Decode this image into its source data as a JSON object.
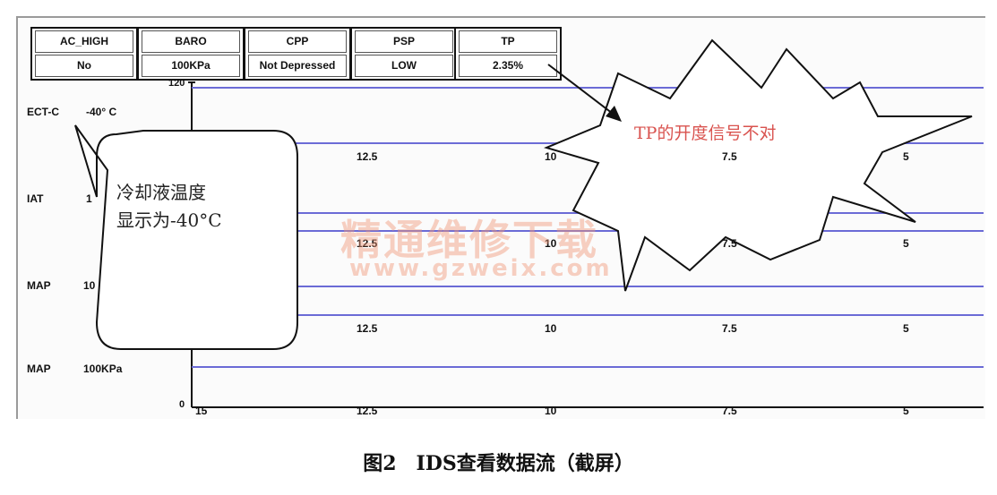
{
  "parameters": [
    {
      "name": "AC_HIGH",
      "value": "No"
    },
    {
      "name": "BARO",
      "value": "100KPa"
    },
    {
      "name": "CPP",
      "value": "Not Depressed"
    },
    {
      "name": "PSP",
      "value": "LOW"
    },
    {
      "name": "TP",
      "value": "2.35%"
    }
  ],
  "side_labels": [
    {
      "label": "ECT-C",
      "value": "-40° C"
    },
    {
      "label": "IAT",
      "value": "1"
    },
    {
      "label": "MAP",
      "value": "10"
    },
    {
      "label": "MAP",
      "value": "100KPa"
    }
  ],
  "axis": {
    "y_max": "120",
    "y_min": "0",
    "x_first": "15"
  },
  "tick_rows": [
    [
      "12.5",
      "10",
      "7.5",
      "5"
    ],
    [
      "12.5",
      "10",
      "7.5",
      "5"
    ],
    [
      "12.5",
      "10",
      "7.5",
      "5"
    ],
    [
      "12.5",
      "10",
      "7.5",
      "5"
    ]
  ],
  "callouts": {
    "ect_bubble_line1": "冷却液温度",
    "ect_bubble_line2": "显示为-40°C",
    "tp_star": "TP的开度信号不对"
  },
  "watermark": {
    "line1": "精通维修下载",
    "line2": "www.gzweix.com"
  },
  "caption": "图2　IDS查看数据流（截屏）",
  "colors": {
    "grid_line": "#6b6bd6",
    "star_text": "#d9534f"
  }
}
